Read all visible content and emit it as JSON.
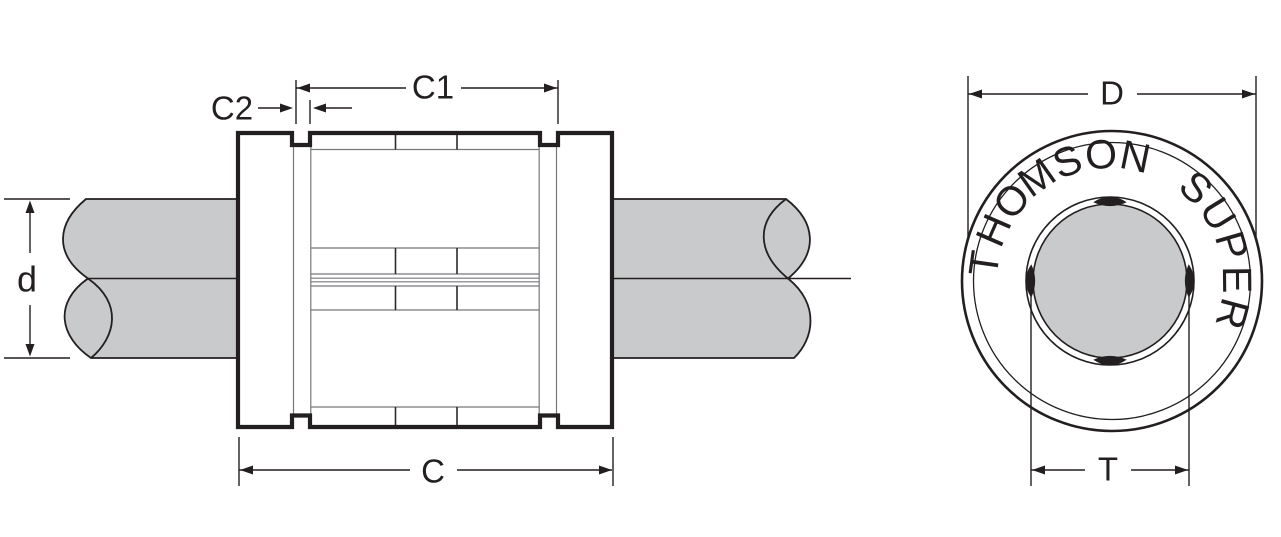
{
  "side_view": {
    "labels": {
      "d": "d",
      "c2": "C2",
      "c1": "C1",
      "c": "C"
    }
  },
  "end_view": {
    "brand_text": "THOMSON SUPER",
    "labels": {
      "big_d": "D",
      "t": "T"
    }
  },
  "colors": {
    "line": "#231f20",
    "thin_line": "#77787b",
    "shaft_fill": "#c9cacb",
    "background": "#ffffff"
  }
}
